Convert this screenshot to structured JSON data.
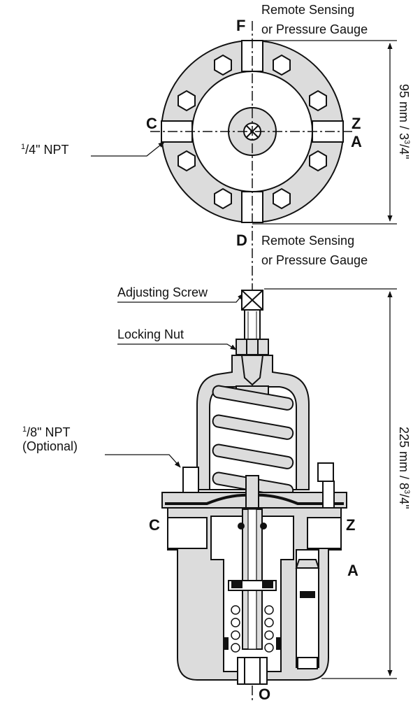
{
  "labels": {
    "remote_top_1": "Remote Sensing",
    "remote_top_2": "or Pressure Gauge",
    "remote_bot_1": "Remote Sensing",
    "remote_bot_2": "or Pressure Gauge",
    "npt14_num": "1",
    "npt14_rest": "/4\" NPT",
    "npt18_num": "1",
    "npt18_rest": "/8\" NPT",
    "optional": "(Optional)",
    "adjusting_screw": "Adjusting Screw",
    "locking_nut": "Locking Nut",
    "dim_top_a": "95 mm / 3",
    "dim_top_sup": "3",
    "dim_top_sub": "/4",
    "dim_top_end": "\"",
    "dim_bot_a": "225 mm / 8",
    "dim_bot_sup": "3",
    "dim_bot_sub": "/4",
    "dim_bot_end": "\""
  },
  "ports": {
    "f": "F",
    "c_top": "C",
    "z_top": "Z",
    "a_top": "A",
    "d": "D",
    "c_bot": "C",
    "z_bot": "Z",
    "a_bot": "A",
    "o": "O"
  }
}
